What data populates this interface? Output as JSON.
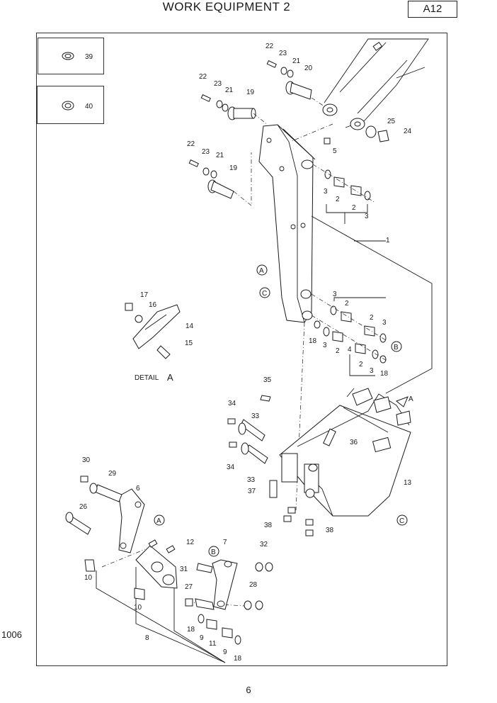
{
  "header": {
    "title": "WORK EQUIPMENT 2",
    "page_code": "A12"
  },
  "side_code": "1006",
  "page_number": "6",
  "detail": {
    "label": "DETAIL",
    "ref": "A",
    "arrow_label": "A"
  },
  "inset_parts": [
    "39",
    "40"
  ],
  "refs": {
    "a": "A",
    "b": "B",
    "c": "C"
  },
  "callouts": {
    "c1": "1",
    "c2": "2",
    "c3": "3",
    "c4": "4",
    "c5": "5",
    "c6": "6",
    "c7": "7",
    "c8": "8",
    "c9": "9",
    "c10": "10",
    "c11": "11",
    "c12": "12",
    "c13": "13",
    "c14": "14",
    "c15": "15",
    "c16": "16",
    "c17": "17",
    "c18": "18",
    "c19": "19",
    "c20": "20",
    "c21": "21",
    "c22": "22",
    "c23": "23",
    "c24": "24",
    "c25": "25",
    "c26": "26",
    "c27": "27",
    "c28": "28",
    "c29": "29",
    "c30": "30",
    "c31": "31",
    "c32": "32",
    "c33": "33",
    "c34": "34",
    "c35": "35",
    "c36": "36",
    "c37": "37",
    "c38": "38"
  }
}
